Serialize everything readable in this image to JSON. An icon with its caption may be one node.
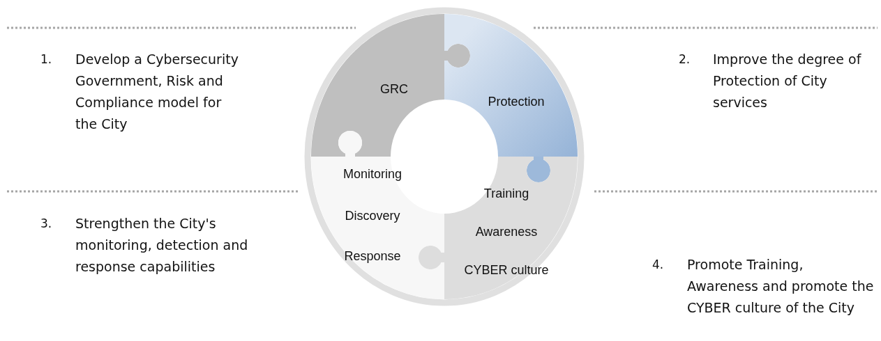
{
  "diagram": {
    "nodes": [
      {
        "text": [
          "GRC"
        ]
      },
      {
        "text": [
          "Protection"
        ]
      },
      {
        "text": [
          "Monitoring",
          "Discovery",
          "Response"
        ]
      },
      {
        "text": [
          "Training",
          "Awareness",
          "CYBER culture"
        ]
      }
    ],
    "labels": [
      "1.",
      "Develop a Cybersecurity Government, Risk and Compliance model for the City",
      "2.",
      "Improve the degree of Protection of City services",
      "3.",
      "Strengthen the City's monitoring, detection and response capabilities",
      "4.",
      "Promote Training, Awareness and promote the CYBER culture of the City"
    ]
  }
}
